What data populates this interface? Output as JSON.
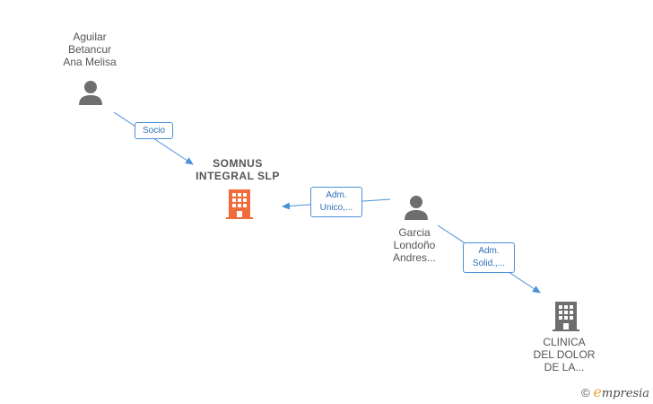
{
  "nodes": {
    "aguilar": {
      "label": "Aguilar\nBetancur\nAna Melisa",
      "type": "person"
    },
    "somnus": {
      "label": "SOMNUS\nINTEGRAL  SLP",
      "type": "company-main"
    },
    "garcia": {
      "label": "Garcia\nLondoño\nAndres...",
      "type": "person"
    },
    "clinica": {
      "label": "CLINICA\nDEL DOLOR\nDE LA...",
      "type": "company"
    }
  },
  "edges": {
    "socio": {
      "label": "Socio"
    },
    "adm_unico": {
      "label": "Adm.\nUnico,..."
    },
    "adm_solid": {
      "label": "Adm.\nSolid.,..."
    }
  },
  "colors": {
    "person": "#6e6e6e",
    "company_main": "#f26b3a",
    "company": "#6e6e6e",
    "edge": "#4a90d9"
  },
  "brand": {
    "copyright": "©",
    "e_letter": "e",
    "rest": "mpresia"
  }
}
